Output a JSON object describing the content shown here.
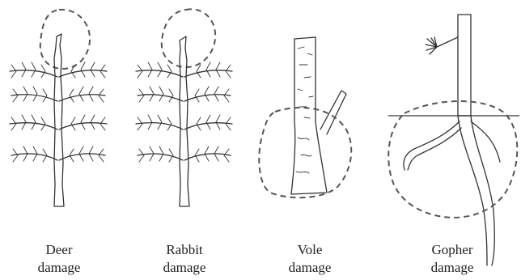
{
  "panels": [
    {
      "line1": "Deer",
      "line2": "damage",
      "icon": "seedling-icon"
    },
    {
      "line1": "Rabbit",
      "line2": "damage",
      "icon": "seedling-icon"
    },
    {
      "line1": "Vole",
      "line2": "damage",
      "icon": "trunk-base-icon"
    },
    {
      "line1": "Gopher",
      "line2": "damage",
      "icon": "root-system-icon"
    }
  ],
  "colors": {
    "ink": "#333333",
    "dashed_outline": "#555555",
    "background": "#ffffff"
  }
}
